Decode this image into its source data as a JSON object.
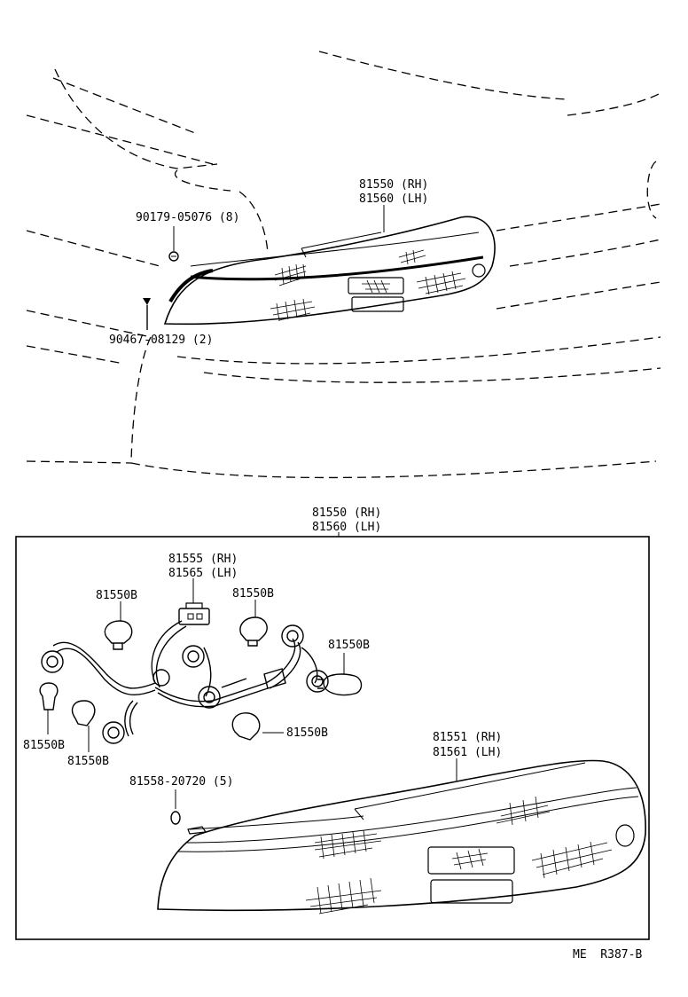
{
  "upper_callouts": {
    "lamp_rh": "81550 (RH)",
    "lamp_lh": "81560 (LH)",
    "screw": "90179-05076 (8)",
    "clip": "90467-08129 (2)"
  },
  "box_callouts": {
    "assy_rh": "81550 (RH)",
    "assy_lh": "81560 (LH)",
    "socket_rh": "81555 (RH)",
    "socket_lh": "81565 (LH)",
    "bulb_a": "81550B",
    "bulb_b": "81550B",
    "bulb_c": "81550B",
    "bulb_d": "81550B",
    "bulb_e": "81550B",
    "bulb_f": "81550B",
    "lens_rh": "81551 (RH)",
    "lens_lh": "81561 (LH)",
    "nut": "81558-20720 (5)"
  },
  "footer": {
    "ref": "ME  R387-B"
  }
}
